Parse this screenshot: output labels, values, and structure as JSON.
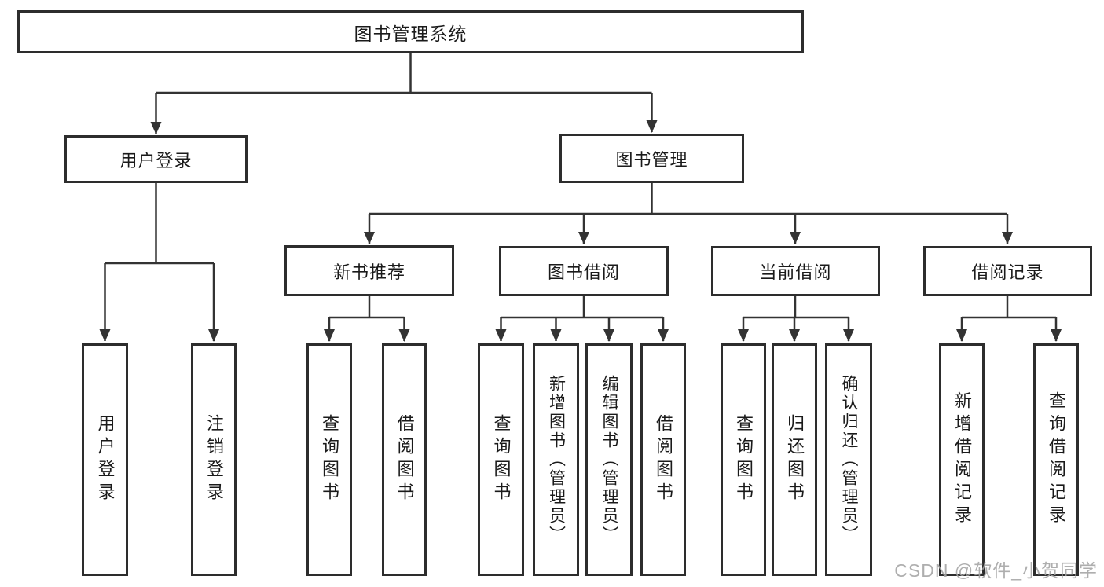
{
  "diagram": {
    "title": "图书管理系统",
    "colors": {
      "background": "#ffffff",
      "line": "#333333",
      "box_border": "#2d2d2d",
      "text": "#1a1a1a",
      "watermark": "#a5a5a5"
    },
    "nodes": {
      "root": {
        "label": "图书管理系统"
      },
      "user_login": {
        "label": "用户登录"
      },
      "book_mgmt": {
        "label": "图书管理"
      },
      "new_book_rec": {
        "label": "新书推荐"
      },
      "book_borrow": {
        "label": "图书借阅"
      },
      "current_borrow": {
        "label": "当前借阅"
      },
      "borrow_record": {
        "label": "借阅记录"
      },
      "login": {
        "label": "用户登录"
      },
      "logout": {
        "label": "注销登录"
      },
      "rec_query": {
        "label": "查询图书"
      },
      "rec_borrow": {
        "label": "借阅图书"
      },
      "bb_query": {
        "label": "查询图书"
      },
      "bb_add": {
        "label": "新增图书（管理员）"
      },
      "bb_edit": {
        "label": "编辑图书（管理员）"
      },
      "bb_borrow": {
        "label": "借阅图书"
      },
      "cb_query": {
        "label": "查询图书"
      },
      "cb_return": {
        "label": "归还图书"
      },
      "cb_confirm": {
        "label": "确认归还（管理员）"
      },
      "br_add": {
        "label": "新增借阅记录"
      },
      "br_query": {
        "label": "查询借阅记录"
      }
    },
    "edges": [
      {
        "from": "root",
        "to": [
          "user_login",
          "book_mgmt"
        ]
      },
      {
        "from": "user_login",
        "to": [
          "login",
          "logout"
        ]
      },
      {
        "from": "book_mgmt",
        "to": [
          "new_book_rec",
          "book_borrow",
          "current_borrow",
          "borrow_record"
        ]
      },
      {
        "from": "new_book_rec",
        "to": [
          "rec_query",
          "rec_borrow"
        ]
      },
      {
        "from": "book_borrow",
        "to": [
          "bb_query",
          "bb_add",
          "bb_edit",
          "bb_borrow"
        ]
      },
      {
        "from": "current_borrow",
        "to": [
          "cb_query",
          "cb_return",
          "cb_confirm"
        ]
      },
      {
        "from": "borrow_record",
        "to": [
          "br_add",
          "br_query"
        ]
      }
    ],
    "watermark": "CSDN @软件_小贺同学"
  }
}
